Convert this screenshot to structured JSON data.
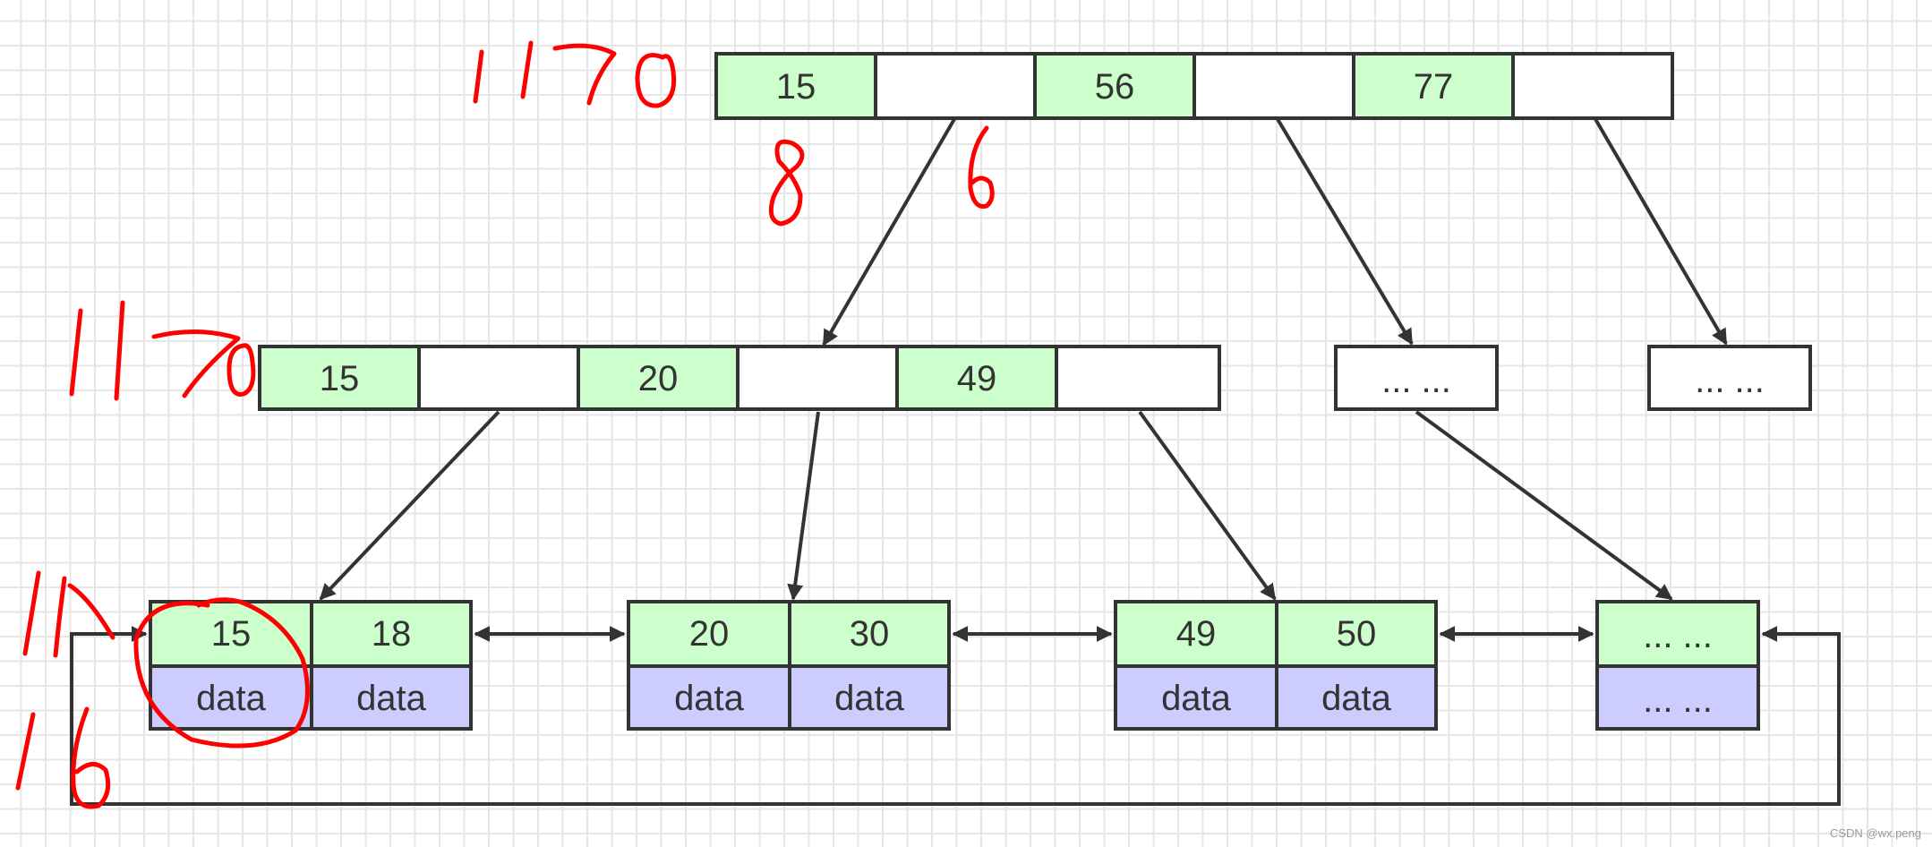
{
  "root_node": {
    "keys": [
      "15",
      "56",
      "77"
    ],
    "colors": {
      "key": "#ccffcc",
      "pointer": "#ffffff"
    }
  },
  "internal_node": {
    "keys": [
      "15",
      "20",
      "49"
    ]
  },
  "placeholder_nodes": [
    "... ...",
    "... ..."
  ],
  "leaf_nodes": [
    {
      "keys": [
        "15",
        "18"
      ],
      "data": [
        "data",
        "data"
      ]
    },
    {
      "keys": [
        "20",
        "30"
      ],
      "data": [
        "data",
        "data"
      ]
    },
    {
      "keys": [
        "49",
        "50"
      ],
      "data": [
        "data",
        "data"
      ]
    },
    {
      "keys": [
        "... ..."
      ],
      "data": [
        "... ..."
      ]
    }
  ],
  "colors": {
    "leaf_data": "#ccccff",
    "border": "#333333",
    "annotation": "#ff0000",
    "grid": "#e6e6e6"
  },
  "watermark": "CSDN @wx.peng"
}
